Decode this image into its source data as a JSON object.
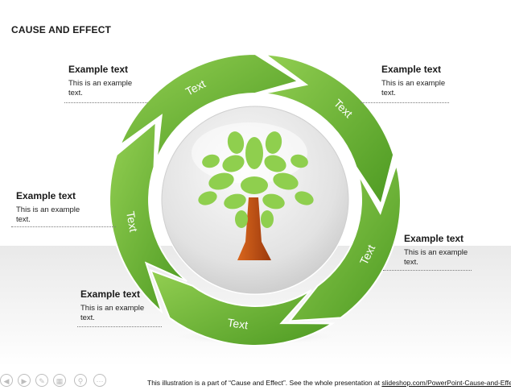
{
  "title": "CAUSE AND EFFECT",
  "segments": [
    {
      "label": "Text"
    },
    {
      "label": "Text"
    },
    {
      "label": "Text"
    },
    {
      "label": "Text"
    },
    {
      "label": "Text"
    }
  ],
  "callouts": [
    {
      "heading": "Example text",
      "body_line1": "This is an example",
      "body_line2": "text."
    },
    {
      "heading": "Example text",
      "body_line1": "This is an example",
      "body_line2": "text."
    },
    {
      "heading": "Example text",
      "body_line1": "This is an example",
      "body_line2": "text."
    },
    {
      "heading": "Example text",
      "body_line1": "This is an example",
      "body_line2": "text."
    },
    {
      "heading": "Example text",
      "body_line1": "This is an example",
      "body_line2": "text."
    }
  ],
  "footer": {
    "text": "This illustration is a part of “Cause and Effect”. See  the whole presentation at ",
    "link": "slideshop.com/PowerPoint-Cause-and-Effect"
  },
  "nav_icons": [
    "prev-icon",
    "next-icon",
    "pen-icon",
    "grid-icon",
    "zoom-icon",
    "more-icon"
  ],
  "colors": {
    "green_light": "#8cc84b",
    "green_dark": "#4e9a22",
    "trunk": "#b84a12",
    "leaf": "#8fcf4e"
  }
}
